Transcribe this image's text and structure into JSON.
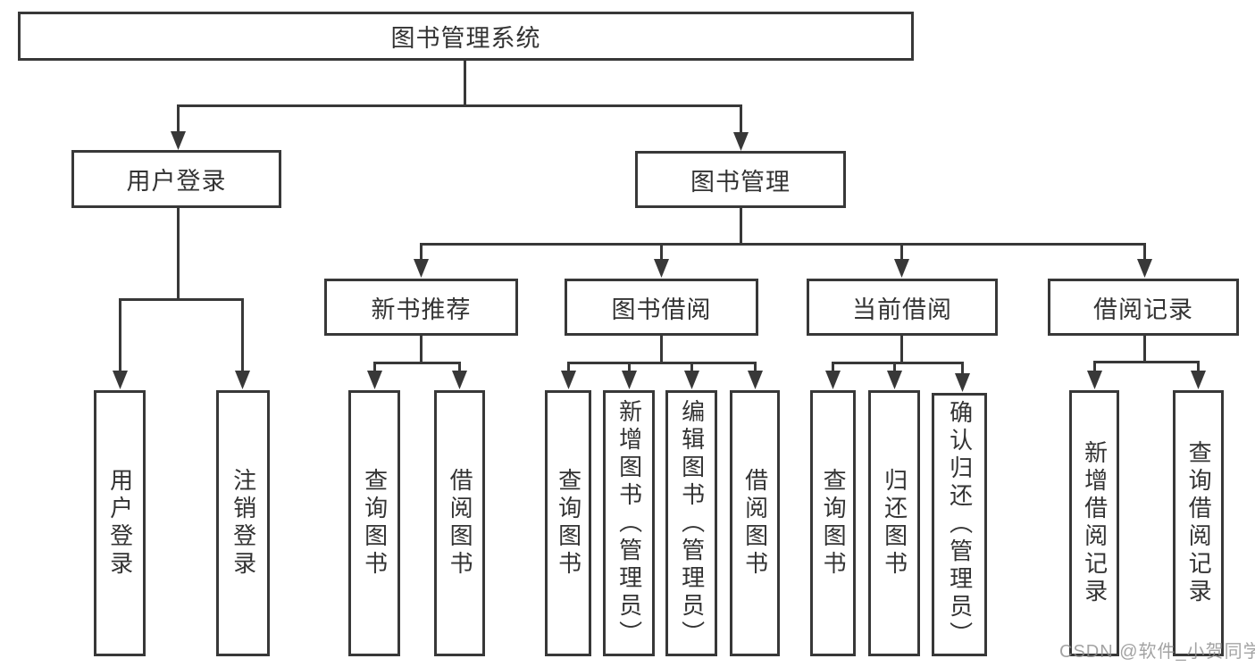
{
  "diagram": {
    "tree": {
      "root": {
        "label": "图书管理系统"
      },
      "user_login": {
        "label": "用户登录",
        "children": [
          {
            "label": "用户登录"
          },
          {
            "label": "注销登录"
          }
        ]
      },
      "book_management": {
        "label": "图书管理",
        "modules": [
          {
            "label": "新书推荐",
            "children": [
              {
                "label": "查询图书"
              },
              {
                "label": "借阅图书"
              }
            ]
          },
          {
            "label": "图书借阅",
            "children": [
              {
                "label": "查询图书"
              },
              {
                "label": "新增图书（管理员）"
              },
              {
                "label": "编辑图书（管理员）"
              },
              {
                "label": "借阅图书"
              }
            ]
          },
          {
            "label": "当前借阅",
            "children": [
              {
                "label": "查询图书"
              },
              {
                "label": "归还图书"
              },
              {
                "label": "确认归还（管理员）"
              }
            ]
          },
          {
            "label": "借阅记录",
            "children": [
              {
                "label": "新增借阅记录"
              },
              {
                "label": "查询借阅记录"
              }
            ]
          }
        ]
      }
    },
    "colors": {
      "line": "#383838",
      "border": "#383838",
      "text": "#333333",
      "background": "#ffffff",
      "watermark": "#8d8d8d"
    }
  },
  "watermark": {
    "text": "CSDN @软件_小贺同学"
  }
}
